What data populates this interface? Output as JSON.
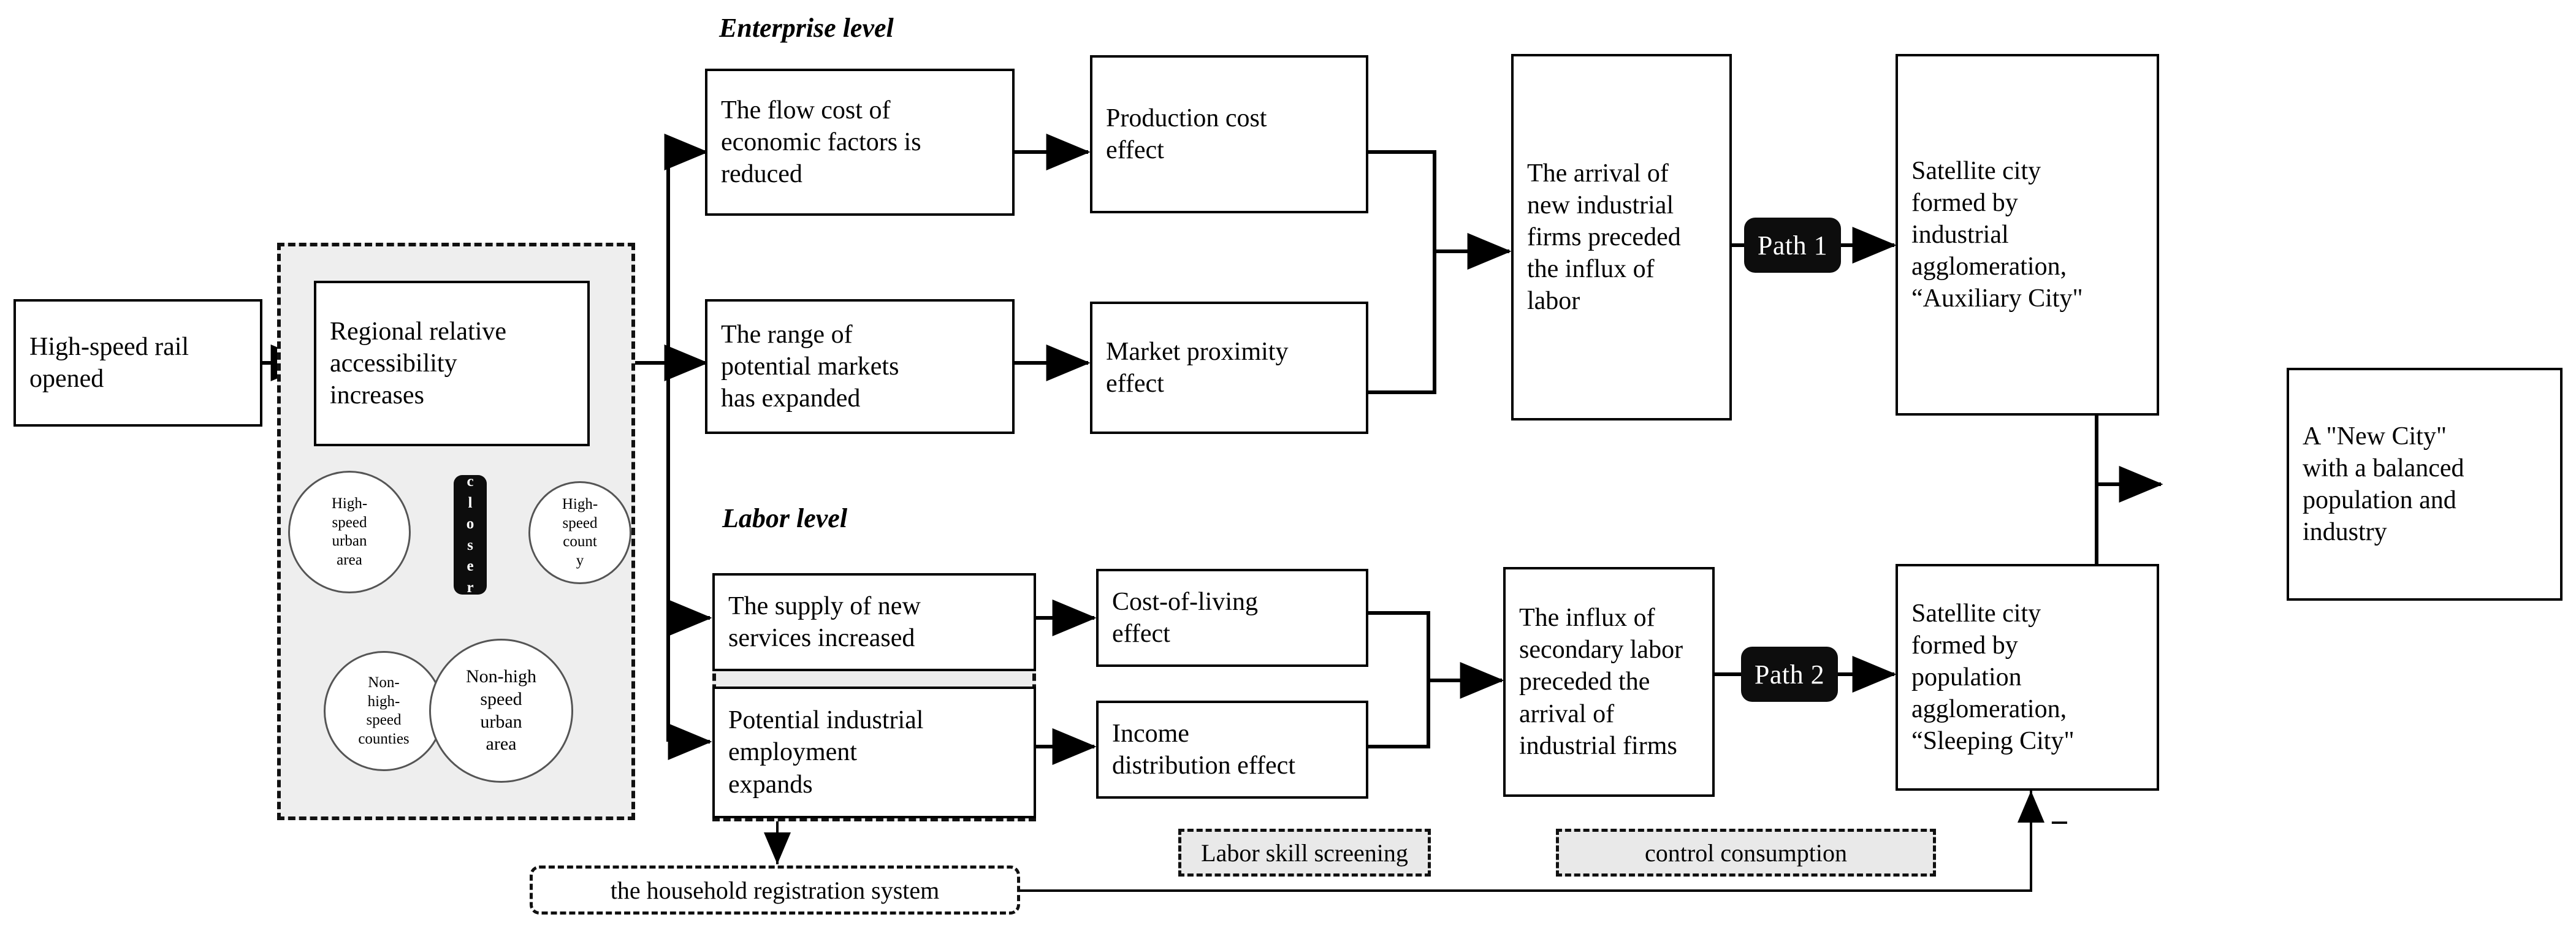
{
  "diagram": {
    "title_tags": {
      "enterprise": "Enterprise level",
      "labor": "Labor level"
    },
    "nodes": {
      "hsr_opened": "High-speed rail\nopened",
      "regional_access": "Regional relative\naccessibility\nincreases",
      "flow_cost": "The flow cost of\neconomic factors is\nreduced",
      "market_range": "The range of\npotential markets\nhas expanded",
      "production_cost": "Production cost\neffect",
      "market_proximity": "Market proximity\neffect",
      "arrival_firms": "The arrival of\nnew industrial\nfirms preceded\nthe influx of\nlabor",
      "auxiliary_city": "Satellite city\nformed by\nindustrial\nagglomeration,\n“Auxiliary City\"",
      "new_city": "A \"New City\"\nwith a balanced\npopulation and\nindustry",
      "service_supply": "The supply of new\nservices increased",
      "potential_employment": "Potential industrial\nemployment\nexpands",
      "cost_of_living": "Cost-of-living\neffect",
      "income_distribution": "Income\ndistribution effect",
      "influx_labor": "The influx of\nsecondary labor\npreceded the\narrival of\nindustrial firms",
      "sleeping_city": "Satellite city\nformed by\npopulation\nagglomeration,\n“Sleeping City\""
    },
    "path_chips": {
      "path1": "Path 1",
      "path2": "Path 2"
    },
    "closer_label": {
      "letters": [
        "c",
        "l",
        "o",
        "s",
        "e",
        "r"
      ],
      "text": "closer"
    },
    "bubbles": {
      "hs_urban_area": "High-\nspeed\nurban\narea",
      "hs_county": "High-\nspeed\ncount\ny",
      "non_hs_counties": "Non-\nhigh-\nspeed\ncounties",
      "non_hs_urban_area": "Non-high\nspeed\nurban\narea"
    },
    "bottom_chips": {
      "household_registration": "the household registration system",
      "labor_skill_screening": "Labor skill screening",
      "control_consumption": "control consumption"
    },
    "annotations": {
      "negative_sign": "−"
    },
    "colors": {
      "stroke": "#000000",
      "chip_fill": "#0d0d0d",
      "group_fill": "#eeeeee",
      "bubble_stroke": "#555555",
      "dashed_chip_fill": "#e9e9e9"
    }
  }
}
